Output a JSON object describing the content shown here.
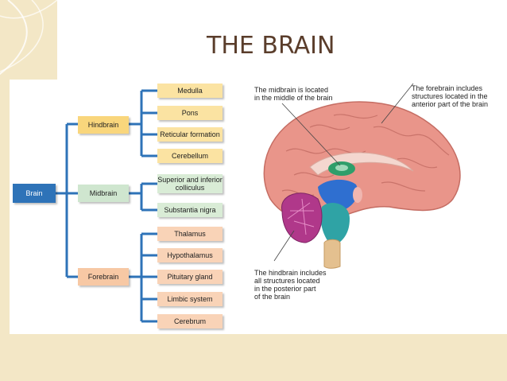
{
  "title": "THE BRAIN",
  "tree": {
    "root": "Brain",
    "hindbrain": {
      "label": "Hindbrain",
      "children": [
        "Medulla",
        "Pons",
        "Reticular formation",
        "Cerebellum"
      ]
    },
    "midbrain": {
      "label": "Midbrain",
      "children": [
        "Superior and inferior colliculus",
        "Substantia nigra"
      ]
    },
    "forebrain": {
      "label": "Forebrain",
      "children": [
        "Thalamus",
        "Hypothalamus",
        "Pituitary gland",
        "Limbic system",
        "Cerebrum"
      ]
    }
  },
  "captions": {
    "midbrain": "The midbrain is located\nin the middle of the brain",
    "forebrain": "The forebrain includes\nstructures located in the\nanterior part of the brain",
    "hindbrain": "The hindbrain includes\nall structures located\nin the posterior part\nof the brain"
  },
  "colors": {
    "background_strip": "#f3e7c6",
    "title": "#5a3d2b",
    "brain_box": "#2e73b8",
    "hindbrain": "#f9d67c",
    "midbrain": "#cfe6cf",
    "forebrain": "#f7c8a4",
    "connector": "#2e73b8"
  }
}
